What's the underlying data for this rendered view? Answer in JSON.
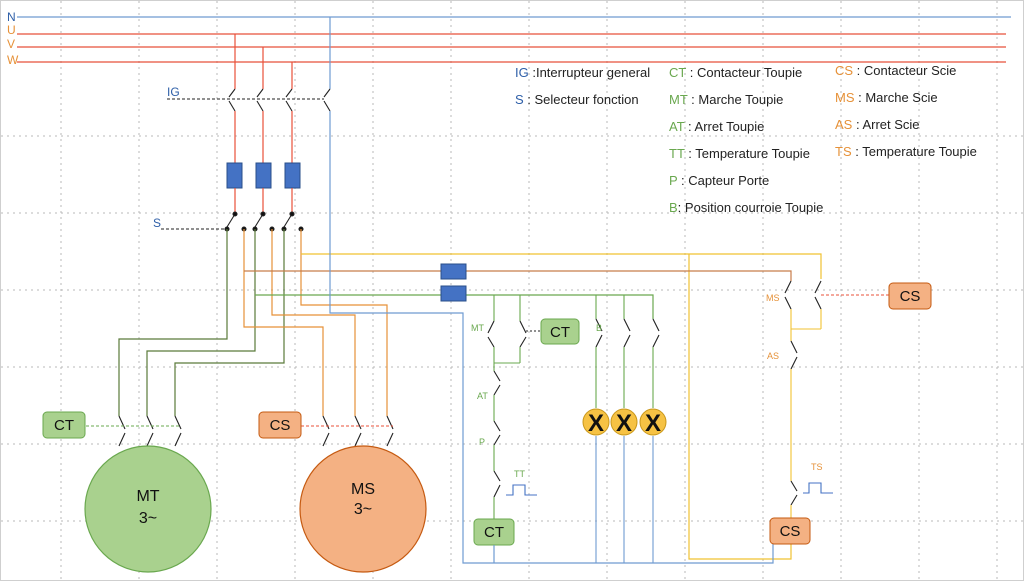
{
  "colors": {
    "neutral": "#6f9bd1",
    "phase": "#e8503a",
    "green": "#6aa84f",
    "orange": "#e69138",
    "yellow": "#f1c232",
    "blue_label": "#2e5fa8",
    "ct_fill": "#a9d18e",
    "cs_fill": "#f4b183",
    "motor_green": "#a9d18e",
    "motor_orange": "#f4b183",
    "fuse": "#4472c4",
    "lamp": "#f6c244"
  },
  "phases": [
    "N",
    "U",
    "V",
    "W"
  ],
  "switch_labels": {
    "ig": "IG",
    "s": "S"
  },
  "legend_left": [
    {
      "code": "IG",
      "text": " :Interrupteur general"
    },
    {
      "code": "S",
      "text": " : Selecteur fonction"
    }
  ],
  "legend_mid": [
    {
      "code": "CT",
      "text": " : Contacteur Toupie"
    },
    {
      "code": "MT",
      "text": " : Marche Toupie"
    },
    {
      "code": "AT",
      "text": " : Arret Toupie"
    },
    {
      "code": "TT",
      "text": " : Temperature Toupie"
    },
    {
      "code": "P",
      "text": " : Capteur Porte"
    },
    {
      "code": "B",
      "text": ": Position courroie Toupie"
    }
  ],
  "legend_right": [
    {
      "code": "CS",
      "text": " : Contacteur Scie"
    },
    {
      "code": "MS",
      "text": " : Marche Scie"
    },
    {
      "code": "AS",
      "text": " : Arret Scie"
    },
    {
      "code": "TS",
      "text": " : Temperature Toupie"
    }
  ],
  "boxes": {
    "ct": "CT",
    "cs": "CS"
  },
  "motors": {
    "mt_name": "MT",
    "mt_sub": "3~",
    "ms_name": "MS",
    "ms_sub": "3~"
  },
  "control_labels": {
    "mt": "MT",
    "at": "AT",
    "p": "P",
    "tt": "TT",
    "b": "B",
    "ms": "MS",
    "as": "AS",
    "ts": "TS"
  },
  "lamps": [
    "X",
    "X",
    "X"
  ]
}
